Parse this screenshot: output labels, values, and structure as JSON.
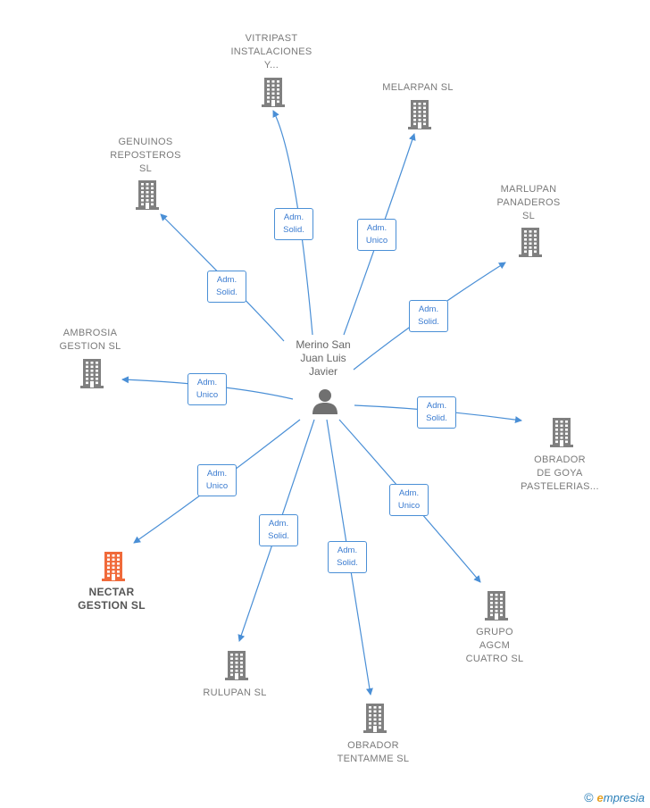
{
  "center": {
    "name": "Merino San\nJuan Luis\nJavier",
    "icon": "person-icon"
  },
  "companies": [
    {
      "id": "vitripast",
      "label": "VITRIPAST\nINSTALACIONES\nY...",
      "highlight": false
    },
    {
      "id": "melarpan",
      "label": "MELARPAN  SL",
      "highlight": false
    },
    {
      "id": "genuinos",
      "label": "GENUINOS\nREPOSTEROS\nSL",
      "highlight": false
    },
    {
      "id": "marlupan",
      "label": "MARLUPAN\nPANADEROS\nSL",
      "highlight": false
    },
    {
      "id": "ambrosia",
      "label": "AMBROSIA\nGESTION  SL",
      "highlight": false
    },
    {
      "id": "obrador-goya",
      "label": "OBRADOR\nDE GOYA\nPASTELERIAS...",
      "highlight": false
    },
    {
      "id": "nectar",
      "label": "NECTAR\nGESTION  SL",
      "highlight": true
    },
    {
      "id": "grupo-agcm",
      "label": "GRUPO\nAGCM\nCUATRO  SL",
      "highlight": false
    },
    {
      "id": "rulupan",
      "label": "RULUPAN SL",
      "highlight": false
    },
    {
      "id": "obrador-tentamme",
      "label": "OBRADOR\nTENTAMME SL",
      "highlight": false
    }
  ],
  "relations": [
    {
      "to": "vitripast",
      "label": "Adm.\nSolid."
    },
    {
      "to": "melarpan",
      "label": "Adm.\nUnico"
    },
    {
      "to": "genuinos",
      "label": "Adm.\nSolid."
    },
    {
      "to": "marlupan",
      "label": "Adm.\nSolid."
    },
    {
      "to": "ambrosia",
      "label": "Adm.\nUnico"
    },
    {
      "to": "obrador-goya",
      "label": "Adm.\nSolid."
    },
    {
      "to": "nectar",
      "label": "Adm.\nUnico"
    },
    {
      "to": "grupo-agcm",
      "label": "Adm.\nUnico"
    },
    {
      "to": "rulupan",
      "label": "Adm.\nSolid."
    },
    {
      "to": "obrador-tentamme",
      "label": "Adm.\nSolid."
    }
  ],
  "colors": {
    "edge": "#4a8fd6",
    "building": "#808080",
    "building_highlight": "#f06a3a",
    "person": "#707070"
  },
  "footer": {
    "copyright": "©",
    "brand_initial": "e",
    "brand_rest": "mpresia"
  }
}
